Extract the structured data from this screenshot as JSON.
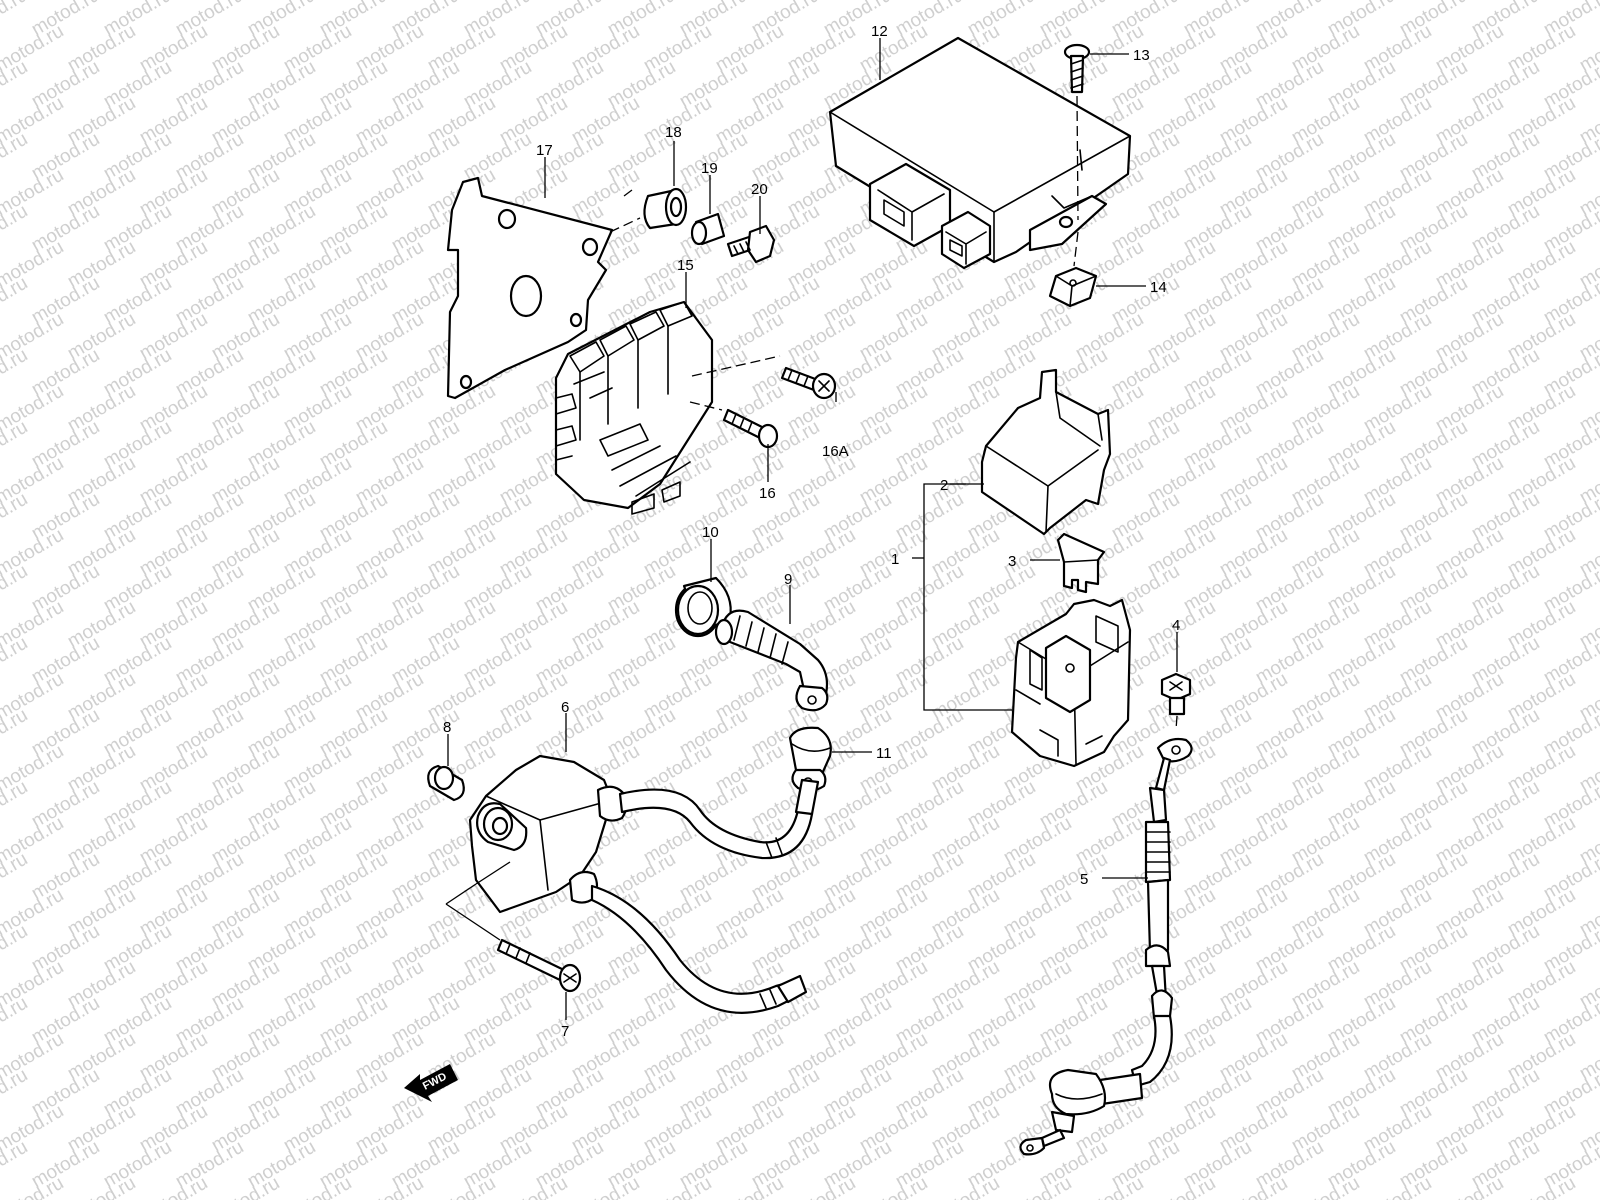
{
  "watermark": "motod.ru",
  "fwd_label": "FWD",
  "callouts": {
    "c1": "1",
    "c2": "2",
    "c3": "3",
    "c4": "4",
    "c5": "5",
    "c6": "6",
    "c7": "7",
    "c8": "8",
    "c9": "9",
    "c10": "10",
    "c11": "11",
    "c12": "12",
    "c13": "13",
    "c14": "14",
    "c15": "15",
    "c16": "16",
    "c16a": "16A",
    "c17": "17",
    "c18": "18",
    "c19": "19",
    "c20": "20"
  },
  "colors": {
    "line": "#000000",
    "watermark": "#cfcfcf",
    "background": "#ffffff"
  }
}
